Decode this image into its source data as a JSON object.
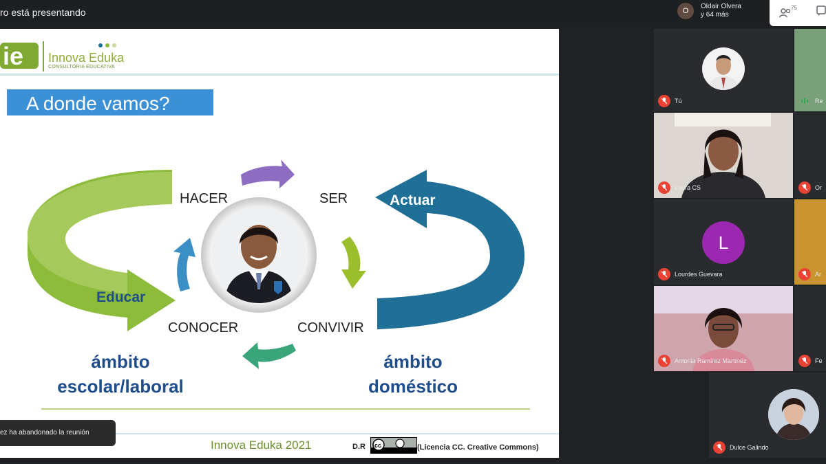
{
  "topbar": {
    "presenter": "ro está presentando",
    "host_initial": "O",
    "host_line1": "Oldair Olvera",
    "host_line2": "y 64 más",
    "people_count": "75"
  },
  "slide": {
    "brand_name": "Innova Eduka",
    "brand_sub": "CONSULTORIA EDUCATIVA",
    "title": "A  donde vamos?",
    "labels": {
      "hacer": "HACER",
      "ser": "SER",
      "actuar": "Actuar",
      "educar": "Educar",
      "conocer": "CONOCER",
      "convivir": "CONVIVIR"
    },
    "ambito_left_1": "ámbito",
    "ambito_left_2": "escolar/laboral",
    "ambito_right_1": "ámbito",
    "ambito_right_2": "doméstico",
    "footer_brand": "Innova Eduka 2021",
    "footer_dr": "D.R",
    "footer_license": "(Licencia CC. Creative Commons)"
  },
  "toast": {
    "text": "ez ha abandonado la reunión"
  },
  "participants": [
    {
      "name": "Tú"
    },
    {
      "name": "Re"
    },
    {
      "name": "Laura CS"
    },
    {
      "name": "Or"
    },
    {
      "name": "Lourdes Guevara",
      "initial": "L"
    },
    {
      "name": "Ar"
    },
    {
      "name": "Antonia Ramírez Martínez"
    },
    {
      "name": "Fe"
    },
    {
      "name": "Dulce Galindo"
    }
  ],
  "colors": {
    "title_bg": "#3c91d6",
    "green_arrow": "#8dbb3a",
    "blue_arrow": "#1f6f97",
    "purple_arrow": "#8e6cc1",
    "ambito_text": "#1f4e8c",
    "mic_off": "#ea4335"
  }
}
